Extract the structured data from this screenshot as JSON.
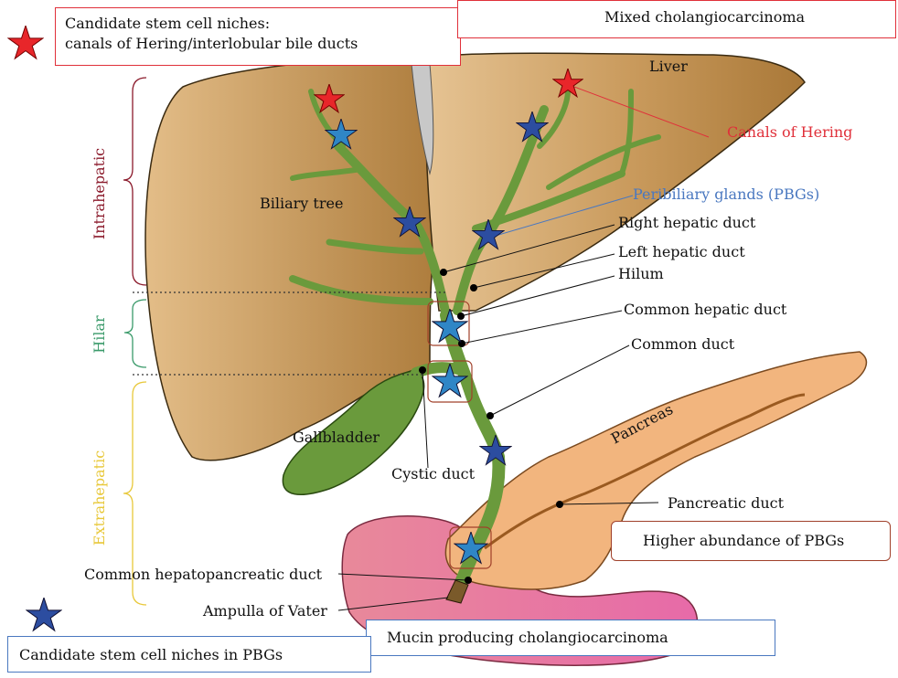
{
  "boxes": {
    "candidate_red": "Candidate stem cell niches:\ncanals of Hering/interlobular bile ducts",
    "mixed_cca": "Mixed cholangiocarcinoma",
    "higher_pbg": "Higher abundance of PBGs",
    "mucin_cca": "Mucin producing cholangiocarcinoma",
    "candidate_blue": "Candidate stem cell niches in PBGs"
  },
  "labels": {
    "liver": "Liver",
    "biliary_tree": "Biliary tree",
    "canals_of_hering": "Canals of Hering",
    "peribiliary_glands": "Peribiliary glands (PBGs)",
    "right_hepatic_duct": "Right hepatic duct",
    "left_hepatic_duct": "Left hepatic duct",
    "hilum": "Hilum",
    "common_hepatic_duct": "Common hepatic duct",
    "common_duct": "Common duct",
    "gallbladder": "Gallbladder",
    "cystic_duct": "Cystic duct",
    "pancreas": "Pancreas",
    "pancreatic_duct": "Pancreatic duct",
    "common_hepatopancreatic_duct": "Common hepatopancreatic duct",
    "ampulla_of_vater": "Ampulla of Vater"
  },
  "regions": {
    "intrahepatic": "Intrahepatic",
    "hilar": "Hilar",
    "extrahepatic": "Extrahepatic"
  },
  "colors": {
    "liver_light": "#e5c08e",
    "liver_dark": "#b88544",
    "duct_green": "#6a9a3c",
    "gallbladder": "#6a9a3c",
    "pancreas": "#f0b27a",
    "duodenum": "#e8849a",
    "star_red": "#e8262a",
    "star_blue": "#2f86c6",
    "star_navy": "#2c4da0",
    "intrahepatic": "#8b1a2b",
    "hilar": "#3a9a6a",
    "extrahepatic": "#e8c83a",
    "canals_label": "#e0303a",
    "pbg_label": "#4a78c0"
  }
}
